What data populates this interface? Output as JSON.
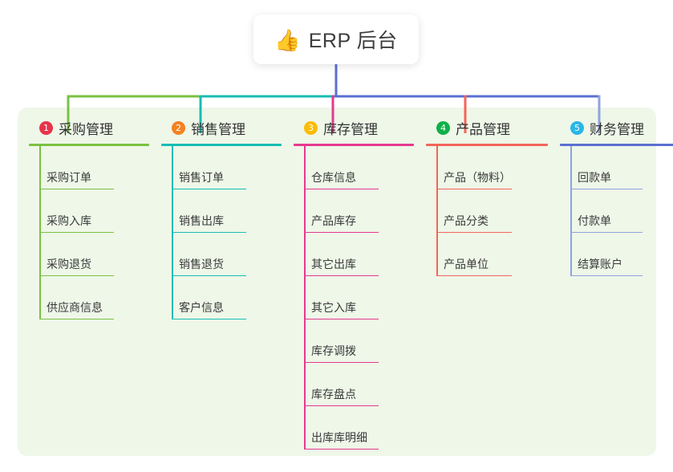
{
  "root": {
    "icon": "thumbs-up-icon",
    "icon_glyph": "👍",
    "title": "ERP 后台"
  },
  "palette": {
    "panel_bg": "#eef7e8",
    "page_bg": "#ffffff",
    "text": "#333333"
  },
  "columns": [
    {
      "number": "1",
      "label": "采购管理",
      "badge_color": "#e8334a",
      "rule_color": "#7ac143",
      "line_color": "#7ac143",
      "items": [
        "采购订单",
        "采购入库",
        "采购退货",
        "供应商信息"
      ]
    },
    {
      "number": "2",
      "label": "销售管理",
      "badge_color": "#f58220",
      "rule_color": "#18bdb4",
      "line_color": "#18bdb4",
      "items": [
        "销售订单",
        "销售出库",
        "销售退货",
        "客户信息"
      ]
    },
    {
      "number": "3",
      "label": "库存管理",
      "badge_color": "#fbbc05",
      "rule_color": "#e5398f",
      "line_color": "#e5398f",
      "items": [
        "仓库信息",
        "产品库存",
        "其它出库",
        "其它入库",
        "库存调拨",
        "库存盘点",
        "出库库明细"
      ]
    },
    {
      "number": "4",
      "label": "产品管理",
      "badge_color": "#0fb04a",
      "rule_color": "#f4645a",
      "line_color": "#f4645a",
      "items": [
        "产品（物料）",
        "产品分类",
        "产品单位"
      ]
    },
    {
      "number": "5",
      "label": "财务管理",
      "badge_color": "#29b6e8",
      "rule_color": "#5b6fd0",
      "line_color": "#8fa3dd",
      "items": [
        "回款单",
        "付款单",
        "结算账户"
      ]
    }
  ],
  "bus": {
    "segments": [
      {
        "name": "root-to-col1",
        "color": "#7ac143"
      },
      {
        "name": "col2-to-col3",
        "color": "#18bdb4"
      },
      {
        "name": "col3-to-col5",
        "color": "#5b6fd0"
      }
    ],
    "root_drop_color": "#5b6fd0"
  }
}
